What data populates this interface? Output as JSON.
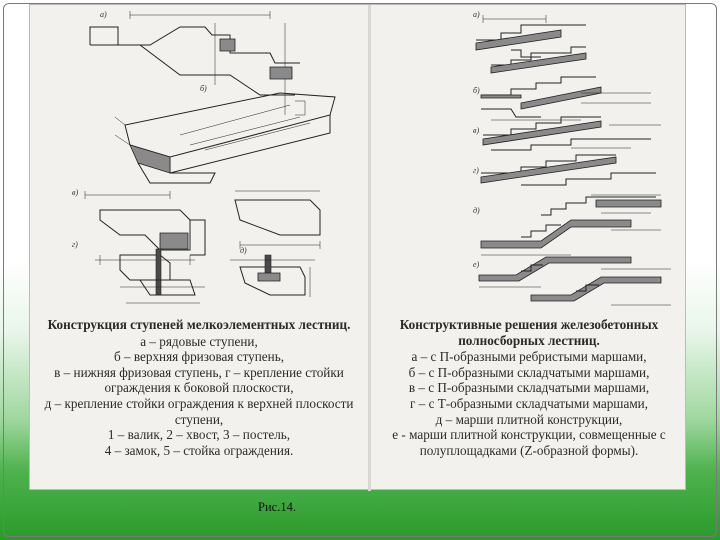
{
  "figure_label": "Рис.14.",
  "left_panel": {
    "view_letters": [
      "а)",
      "б)",
      "в)",
      "г)",
      "д)"
    ],
    "caption": {
      "title": "Конструкция ступеней мелкоэлементных лестниц.",
      "lines": [
        "а – рядовые ступени,",
        "б – верхняя фризовая ступень,",
        "в – нижняя фризовая ступень, г – крепление стойки ограждения к боковой плоскости,",
        "д – крепление стойки ограждения к верхней плоскости ступени,",
        "1 – валик, 2 – хвост, 3 – постель,",
        "4 – замок, 5 – стойка ограждения."
      ]
    }
  },
  "right_panel": {
    "view_letters": [
      "а)",
      "б)",
      "в)",
      "г)",
      "д)",
      "е)"
    ],
    "caption": {
      "title": "Конструктивные решения железобетонных полносборных лестниц.",
      "lines": [
        "а – с П-образными ребристыми маршами,",
        "б – с П-образными складчатыми маршами,",
        "в – с П-образными складчатыми маршами,",
        "г – с Т-образными складчатыми маршами,",
        "д – марши плитной конструкции,",
        "е - марши плитной конструкции, совмещенные с полуплощадками (Z-образной формы)."
      ]
    }
  }
}
